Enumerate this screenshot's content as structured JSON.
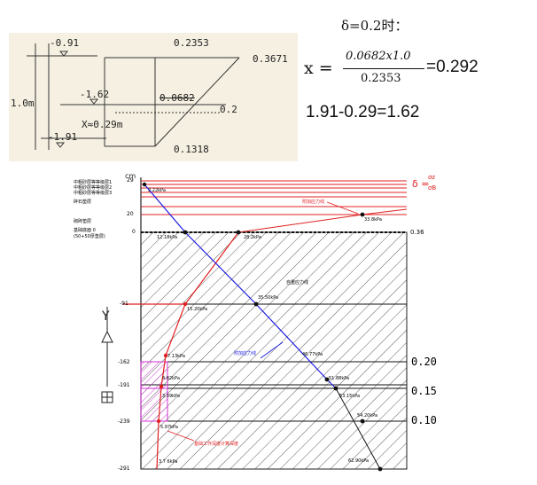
{
  "top_sketch": {
    "levels": [
      "-0.91",
      "-1.62",
      "-1.91"
    ],
    "top_value": "0.2353",
    "right_value": "0.3671",
    "mid_value": "0.0682",
    "delta_label": "0.2",
    "bottom_value": "0.1318",
    "depth_label": "1.0m",
    "x_label": "X≈0.29m"
  },
  "formula": {
    "delta_line": "δ=0.2时：",
    "x_lhs": "x =",
    "numerator": "0.0682x1.0",
    "denominator": "0.2353",
    "result": "=0.292",
    "line2": "1.91-0.29=1.62"
  },
  "diagram": {
    "unit_label": "cm",
    "delta_header": "δ =",
    "delta_frac_num": "σz",
    "delta_frac_den": "σB",
    "depth_labels": [
      "-91",
      "-162",
      "-191",
      "-239",
      "-291"
    ],
    "depth_top_labels": [
      "29",
      "20",
      "0"
    ],
    "ratio_labels": [
      "0.36",
      "0.20",
      "0.15",
      "0.10"
    ],
    "left_row_labels": [
      "中粗砂层等等级层1",
      "中粗砂层等等级层2",
      "中粗砂层等等级层3",
      "碎石垫层",
      "砌砖垫层",
      "基础底面 0",
      "(50+50厚垫层)"
    ],
    "stress_labels": [
      "2.22kPa",
      "12.18kPa",
      "28.2kPa",
      "33.8kPa",
      "35.50kPa",
      "15.20kPa",
      "7.13kPa",
      "4.82kPa",
      "3.39kPa",
      "5.97kPa",
      "3.7 6kPa",
      "46.77kPa",
      "51.88kPa",
      "53.15kPa",
      "54.20kPa",
      "62.90kPa"
    ],
    "annotations": [
      "附加应力线",
      "自重应力线",
      "附加应力线",
      "基础工作深度计算深度"
    ]
  }
}
